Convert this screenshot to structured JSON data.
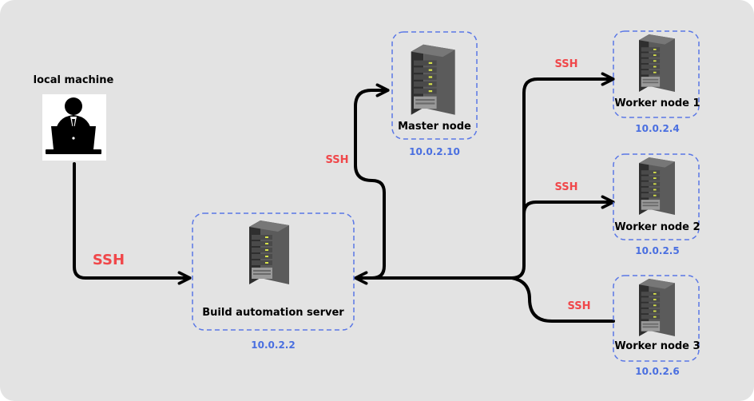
{
  "local": {
    "label": "local machine"
  },
  "build": {
    "label": "Build automation server",
    "ip": "10.0.2.2"
  },
  "master": {
    "label": "Master node",
    "ip": "10.0.2.10"
  },
  "workers": [
    {
      "label": "Worker node 1",
      "ip": "10.0.2.4"
    },
    {
      "label": "Worker node 2",
      "ip": "10.0.2.5"
    },
    {
      "label": "Worker node 3",
      "ip": "10.0.2.6"
    }
  ],
  "ssh": {
    "local": "SSH",
    "master": "SSH",
    "w1": "SSH",
    "w2": "SSH",
    "w3": "SSH"
  },
  "colors": {
    "background": "#e3e3e3",
    "box_border": "#5b78e6",
    "ip_text": "#4a6fe0",
    "ssh_text": "#f0474a",
    "line": "#000000"
  },
  "icons": {
    "local": "person-laptop-icon",
    "server": "server-rack-icon"
  }
}
